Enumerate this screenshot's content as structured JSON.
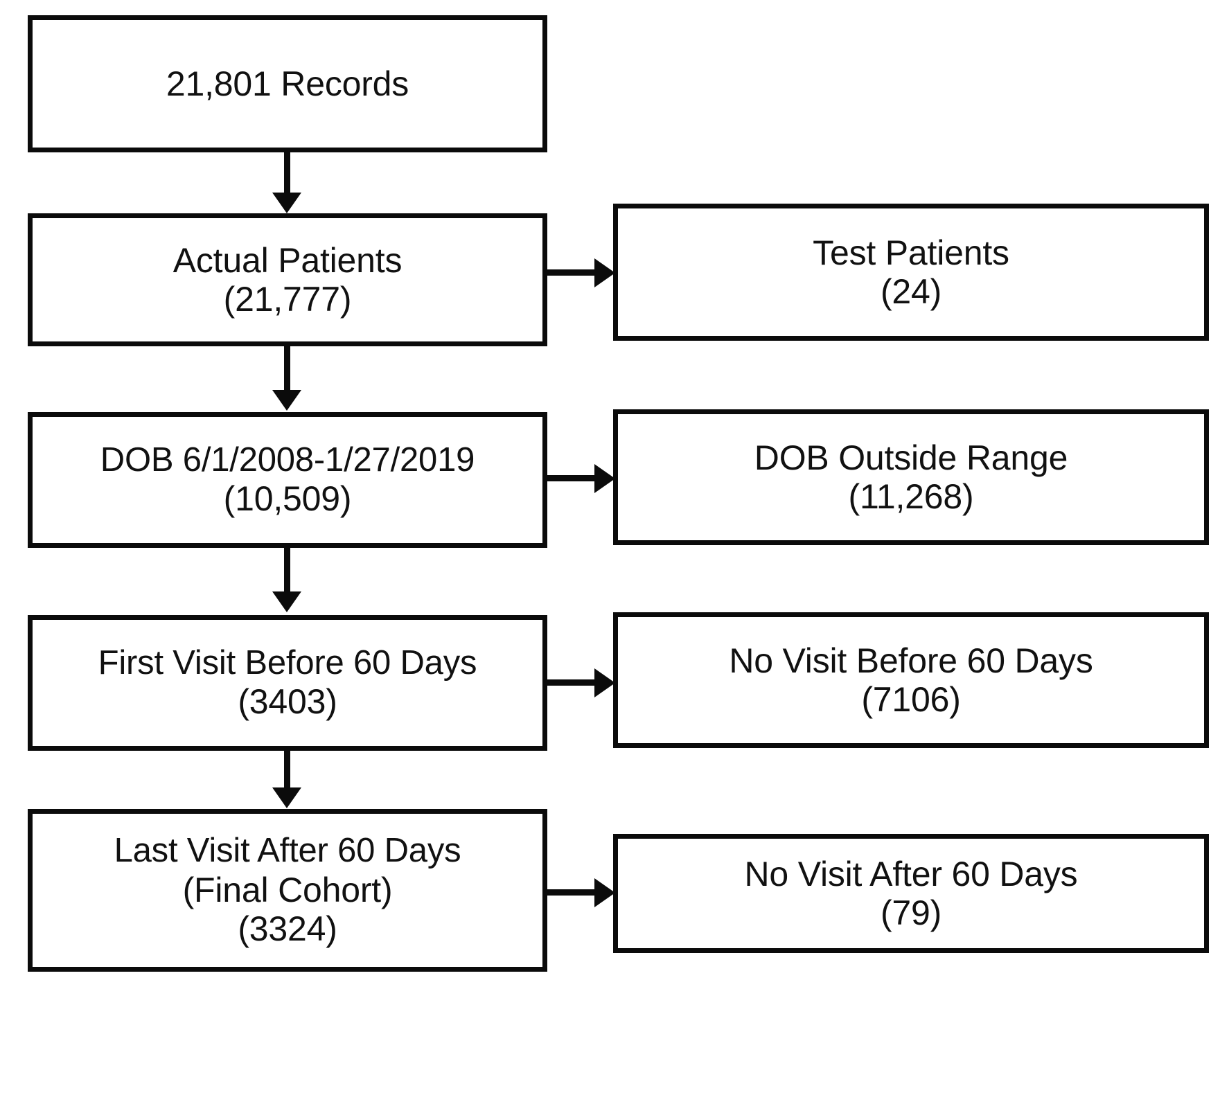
{
  "chart_data": {
    "type": "diagram",
    "subtype": "patient-selection-flowchart",
    "title": "",
    "nodes": [
      {
        "id": "records",
        "column": "kept",
        "lines": [
          "21,801 Records"
        ],
        "count": 21801
      },
      {
        "id": "actual",
        "column": "kept",
        "lines": [
          "Actual Patients",
          "(21,777)"
        ],
        "count": 21777
      },
      {
        "id": "test",
        "column": "excluded",
        "lines": [
          "Test Patients",
          "(24)"
        ],
        "count": 24
      },
      {
        "id": "dob",
        "column": "kept",
        "lines": [
          "DOB 6/1/2008-1/27/2019",
          "(10,509)"
        ],
        "count": 10509
      },
      {
        "id": "dobout",
        "column": "excluded",
        "lines": [
          "DOB Outside Range",
          "(11,268)"
        ],
        "count": 11268
      },
      {
        "id": "firstvis",
        "column": "kept",
        "lines": [
          "First Visit Before 60 Days",
          "(3403)"
        ],
        "count": 3403
      },
      {
        "id": "novisbef",
        "column": "excluded",
        "lines": [
          "No Visit Before 60 Days",
          "(7106)"
        ],
        "count": 7106
      },
      {
        "id": "lastvis",
        "column": "kept",
        "lines": [
          "Last Visit After 60 Days",
          "(Final Cohort)",
          "(3324)"
        ],
        "count": 3324
      },
      {
        "id": "novisaft",
        "column": "excluded",
        "lines": [
          "No Visit After 60 Days",
          "(79)"
        ],
        "count": 79
      }
    ],
    "edges": [
      {
        "from": "records",
        "to": "actual",
        "direction": "down"
      },
      {
        "from": "actual",
        "to": "test",
        "direction": "right"
      },
      {
        "from": "actual",
        "to": "dob",
        "direction": "down"
      },
      {
        "from": "dob",
        "to": "dobout",
        "direction": "right"
      },
      {
        "from": "dob",
        "to": "firstvis",
        "direction": "down"
      },
      {
        "from": "firstvis",
        "to": "novisbef",
        "direction": "right"
      },
      {
        "from": "firstvis",
        "to": "lastvis",
        "direction": "down"
      },
      {
        "from": "lastvis",
        "to": "novisaft",
        "direction": "right"
      }
    ],
    "colors": {
      "stroke": "#0b0b0b",
      "fill": "#ffffff",
      "text": "#111111"
    }
  },
  "nodes": {
    "records": {
      "l1": "21,801 Records"
    },
    "actual": {
      "l1": "Actual Patients",
      "l2": "(21,777)"
    },
    "test": {
      "l1": "Test Patients",
      "l2": "(24)"
    },
    "dob": {
      "l1": "DOB 6/1/2008-1/27/2019",
      "l2": "(10,509)"
    },
    "dobout": {
      "l1": "DOB Outside Range",
      "l2": "(11,268)"
    },
    "firstvis": {
      "l1": "First Visit Before 60 Days",
      "l2": "(3403)"
    },
    "novisbef": {
      "l1": "No Visit Before 60 Days",
      "l2": "(7106)"
    },
    "lastvis": {
      "l1": "Last Visit After 60 Days",
      "l2": "(Final Cohort)",
      "l3": "(3324)"
    },
    "novisaft": {
      "l1": "No Visit After 60 Days",
      "l2": "(79)"
    }
  }
}
